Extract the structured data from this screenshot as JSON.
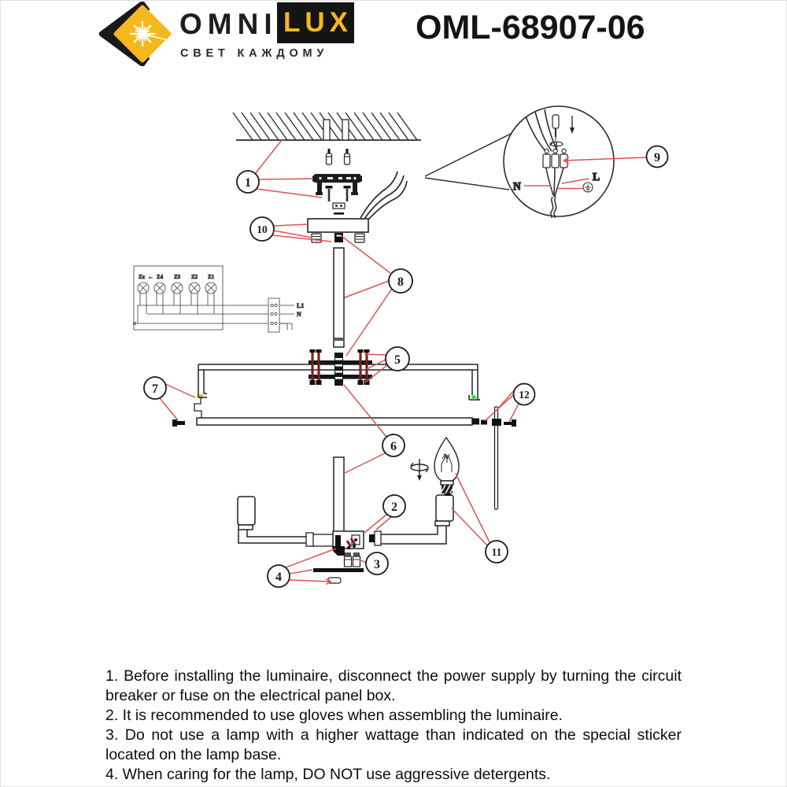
{
  "header": {
    "brand_word1": "OMNI",
    "brand_word2": "LUX",
    "tagline": "СВЕТ КАЖДОМУ",
    "model": "OML-68907-06"
  },
  "colors": {
    "brand_yellow": "#f4b81d",
    "leader_red": "#df5252",
    "screw_dark_red": "#7f1e1e",
    "corner_dot_green": "#3fd83f",
    "corner_dot_yellow": "#ddc832",
    "ink": "#222222"
  },
  "diagram": {
    "callouts": [
      "1",
      "2",
      "3",
      "4",
      "5",
      "6",
      "7",
      "8",
      "9",
      "10",
      "11",
      "12"
    ],
    "inset": {
      "neutral_label": "N",
      "line_label": "L"
    },
    "circuit": {
      "lamp_labels": [
        "Zx",
        "Z4",
        "Z3",
        "Z2",
        "Z1"
      ],
      "arrow": "←",
      "wire_label_top": "L1",
      "wire_label_mid": "N"
    }
  },
  "instructions": [
    "1. Before installing the luminaire, disconnect the power supply by turning the circuit breaker or fuse on the electrical panel box.",
    "2. It is recommended to use gloves when assembling the luminaire.",
    "3. Do not use a lamp with a higher wattage than indicated on the special sticker located on the lamp base.",
    "4. When caring for the lamp, DO NOT use aggressive detergents."
  ]
}
